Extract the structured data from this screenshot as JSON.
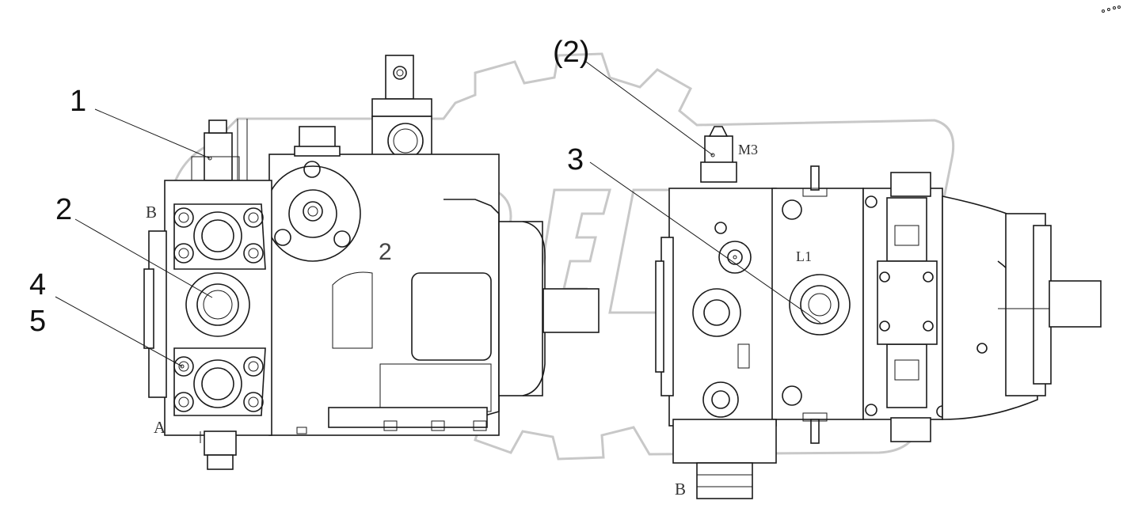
{
  "callouts": {
    "c1": "1",
    "c2": "2",
    "c3": "3",
    "c4": "4",
    "c5": "5",
    "c2p": "(2)"
  },
  "port_labels": {
    "left_b": "B",
    "left_a": "A",
    "right_b": "B",
    "m3": "M3",
    "l1": "L1",
    "cast_number": "2"
  },
  "colors": {
    "line": "#1a1a1a",
    "watermark": "#c8c8c8"
  }
}
